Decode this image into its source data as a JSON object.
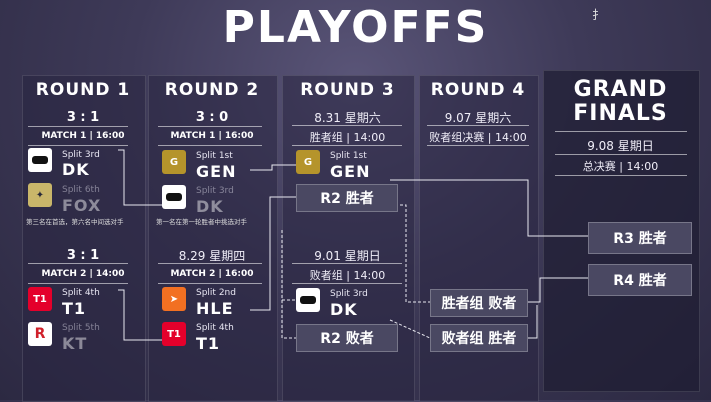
{
  "title": "PLAYOFFS",
  "corner_mark": "扌",
  "rounds": [
    "ROUND 1",
    "ROUND 2",
    "ROUND 3",
    "ROUND 4"
  ],
  "grand_finals": {
    "line1": "GRAND",
    "line2": "FINALS",
    "date": "9.08 星期日",
    "sub": "总决赛 | 14:00"
  },
  "round1": {
    "m1": {
      "score": "3 : 1",
      "label": "MATCH 1 | 16:00",
      "team_a": {
        "name": "DK",
        "split": "Split 3rd"
      },
      "team_b": {
        "name": "FOX",
        "split": "Split 6th"
      },
      "note": "第三名在首选，第六名中间选对手"
    },
    "m2": {
      "score": "3 : 1",
      "label": "MATCH 2 | 14:00",
      "team_a": {
        "name": "T1",
        "split": "Split 4th"
      },
      "team_b": {
        "name": "KT",
        "split": "Split 5th"
      }
    }
  },
  "round2": {
    "m1": {
      "score": "3 : 0",
      "label": "MATCH 1 | 16:00",
      "team_a": {
        "name": "GEN",
        "split": "Split 1st"
      },
      "team_b": {
        "name": "DK",
        "split": "Split 3rd"
      },
      "note": "第一名在第一轮胜者中挑选对手"
    },
    "m2": {
      "date": "8.29 星期四",
      "label": "MATCH 2 | 16:00",
      "team_a": {
        "name": "HLE",
        "split": "Split 2nd"
      },
      "team_b": {
        "name": "T1",
        "split": "Split 4th"
      }
    }
  },
  "round3": {
    "m1": {
      "date": "8.31 星期六",
      "label": "胜者组 | 14:00",
      "team_a": {
        "name": "GEN",
        "split": "Split 1st"
      },
      "team_b": {
        "name": "R2 胜者"
      }
    },
    "m2": {
      "date": "9.01 星期日",
      "label": "败者组 | 14:00",
      "team_a": {
        "name": "DK",
        "split": "Split 3rd"
      },
      "team_b": {
        "name": "R2 败者"
      }
    }
  },
  "round4": {
    "date": "9.07 星期六",
    "label": "败者组决赛 | 14:00",
    "slot_a": "胜者组 败者",
    "slot_b": "败者组 胜者"
  },
  "final_slots": {
    "a": "R3 胜者",
    "b": "R4 胜者"
  },
  "colors": {
    "gen": "#b5942b",
    "dk": "#ffffff",
    "t1": "#e4002b",
    "hle": "#f27022",
    "kt": "#ffffff",
    "fox": "#2a2a3a"
  }
}
